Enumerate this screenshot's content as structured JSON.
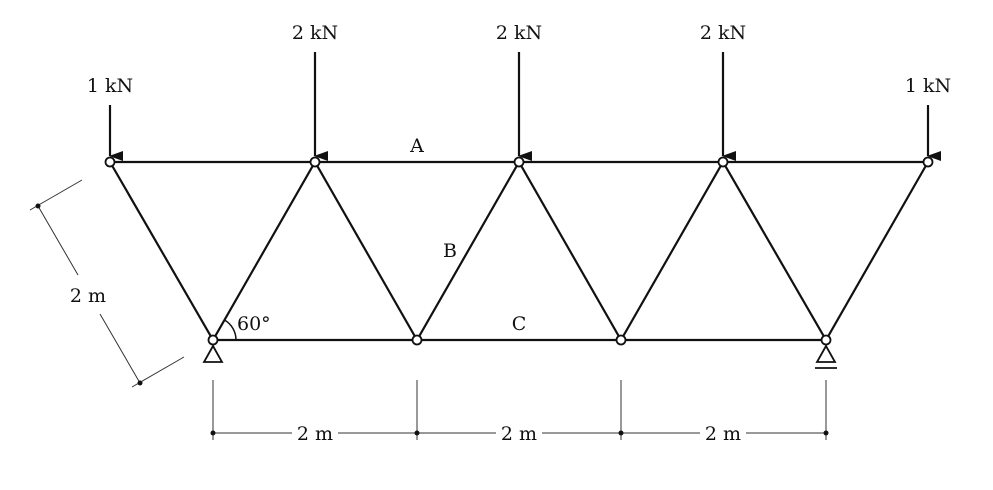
{
  "loads": [
    {
      "label": "1 kN",
      "value_kN": 1
    },
    {
      "label": "2 kN",
      "value_kN": 2
    },
    {
      "label": "2 kN",
      "value_kN": 2
    },
    {
      "label": "2 kN",
      "value_kN": 2
    },
    {
      "label": "1 kN",
      "value_kN": 1
    }
  ],
  "member_labels": {
    "a": "A",
    "b": "B",
    "c": "C"
  },
  "angle_label": "60°",
  "dimensions": {
    "member_length": "2 m",
    "spans": [
      "2 m",
      "2 m",
      "2 m"
    ]
  }
}
